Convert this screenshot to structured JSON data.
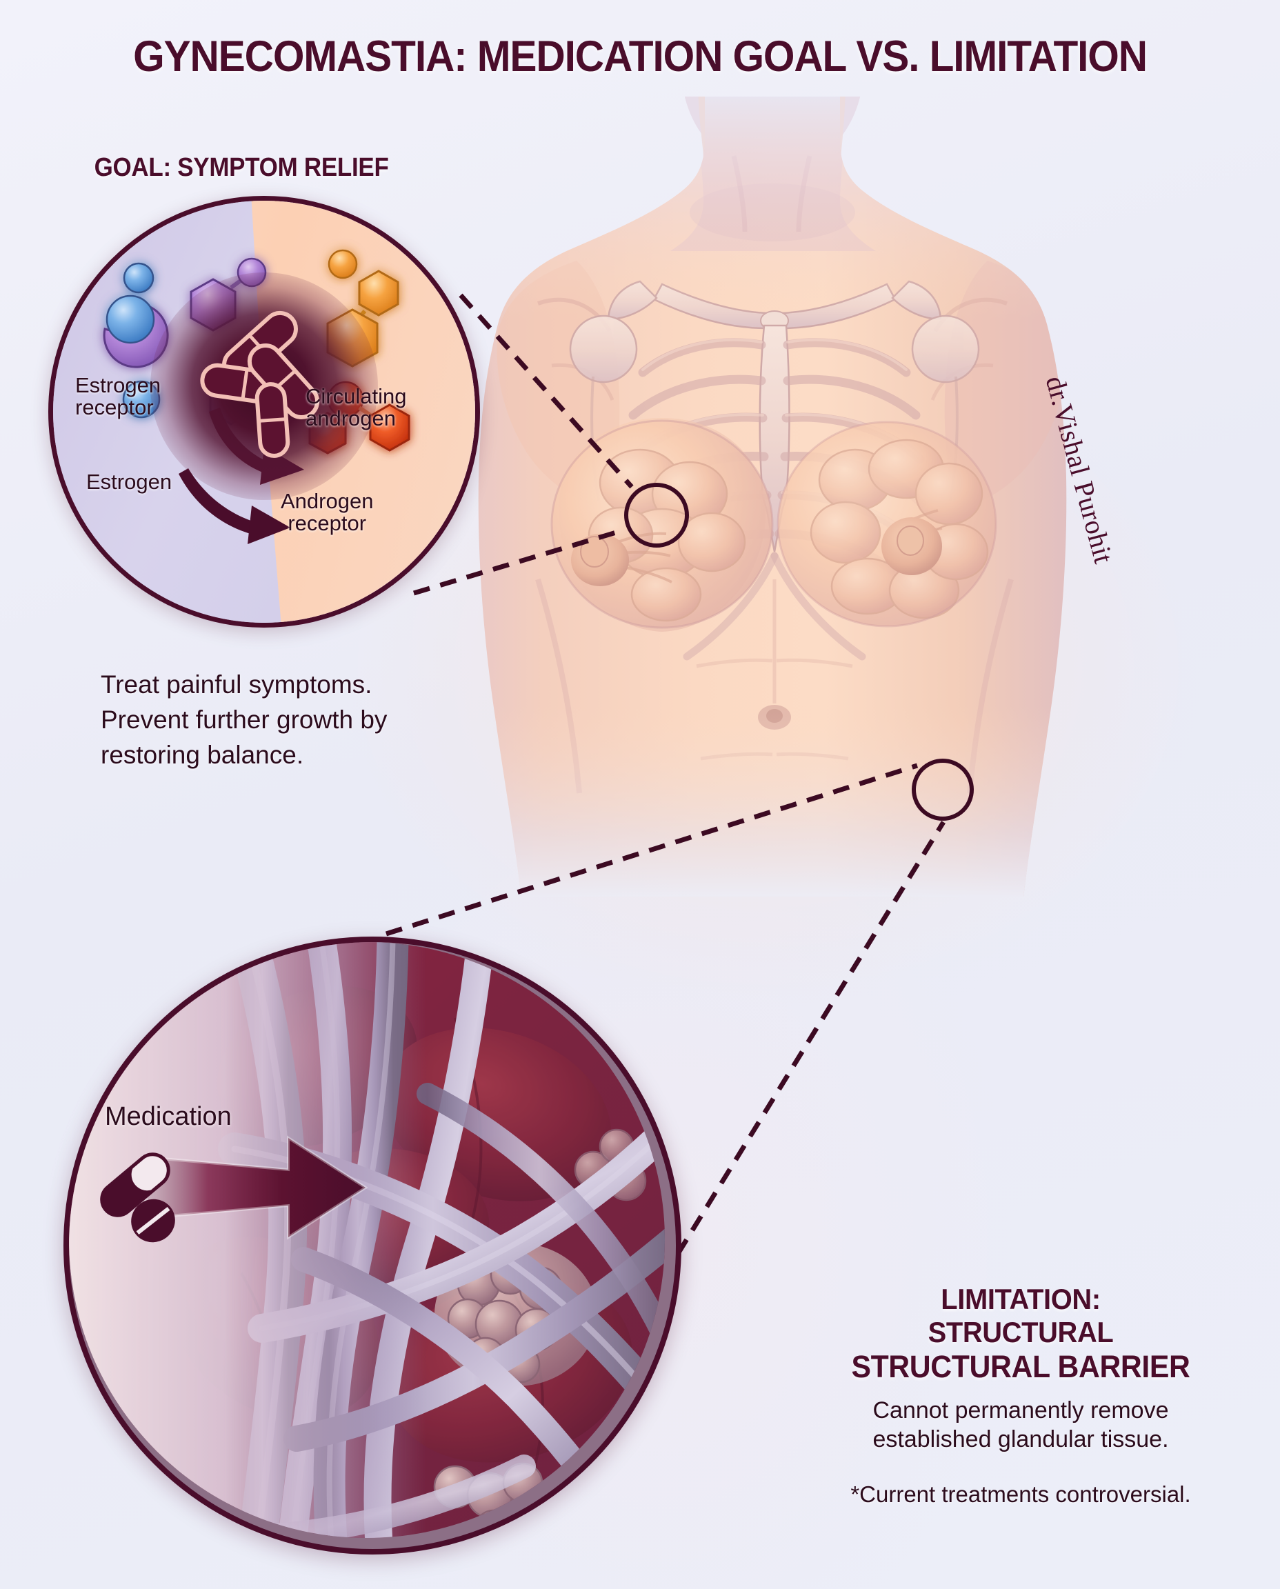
{
  "title": "GYNECOMASTIA: MEDICATION GOAL VS. LIMITATION",
  "goal": {
    "heading": "GOAL: SYMPTOM RELIEF",
    "diagram_labels": {
      "estrogen_receptor": "Estrogen\nreceptor",
      "estrogen_receptor_line1": "Estrogen",
      "estrogen_receptor_line2": "receptor",
      "estrogen": "Estrogen",
      "circulating_androgen_line1": "Circulating",
      "circulating_androgen_line2": "androgen",
      "androgen_receptor_line1": "Androgen",
      "androgen_receptor_line2": "receptor"
    },
    "caption_line1": "Treat painful symptoms.",
    "caption_line2": "Prevent further growth by",
    "caption_line3": "restoring balance."
  },
  "limitation": {
    "heading_line1": "LIMITATION:",
    "heading_line2": "STRUCTURAL",
    "heading_line3": "STRUCTURAL BARRIER",
    "body_line1": "Cannot permanently remove",
    "body_line2": "established glandular tissue.",
    "note": "*Current treatments controversial."
  },
  "tissue": {
    "medication_label": "Medication"
  },
  "signature": "dr.Vishal Purohit",
  "colors": {
    "background": "#ecedf7",
    "maroon": "#4a0d2b",
    "dark_text": "#2b0b1c",
    "estrogen_side": "#cfc7e6",
    "androgen_side": "#fbd9c2",
    "estrogen_blue": "#5b9bdc",
    "receptor_purple": "#a879d0",
    "androgen_orange": "#f59b3f",
    "androgen_receptor_red": "#e2471f",
    "fibrous_grey": "#9f92b0",
    "gland_tissue": "#7d1f3c"
  },
  "icons": {
    "pill_cluster": "capsule-pills-icon",
    "medication_pill": "pill-tablet-icon",
    "arrow_right": "arrow-right-icon",
    "curved_arrow": "curved-arrow-icon",
    "marker_ring": "magnifier-ring-icon"
  }
}
